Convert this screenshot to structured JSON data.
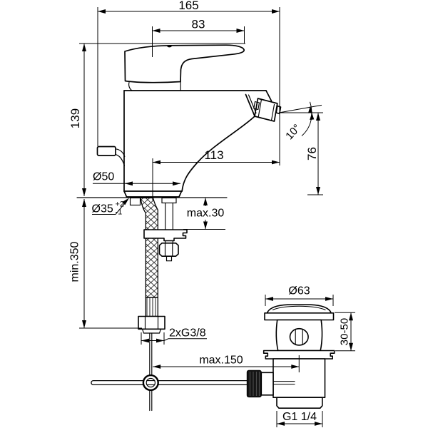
{
  "drawing": {
    "type": "technical-dimension-drawing",
    "subject": "single-lever bidet mixer with pop-up waste",
    "style": {
      "line_color": "#000000",
      "background": "#ffffff"
    },
    "dims": {
      "total_length": "165",
      "lever_length": "83",
      "body_height": "139",
      "min_hose_length": "min.350",
      "base_diameter": "Ø50",
      "hole_diameter": "Ø35",
      "hole_tol_plus": "+2",
      "hole_tol_minus": "-1",
      "max_deck_thickness": "max.30",
      "spout_reach": "113",
      "spout_height": "76",
      "spout_angle": "10°",
      "hose_thread": "2xG3/8",
      "max_rod_offset": "max.150",
      "waste_flange_diameter": "Ø63",
      "waste_clamp_range": "30-50",
      "waste_thread": "G1 1/4"
    }
  }
}
